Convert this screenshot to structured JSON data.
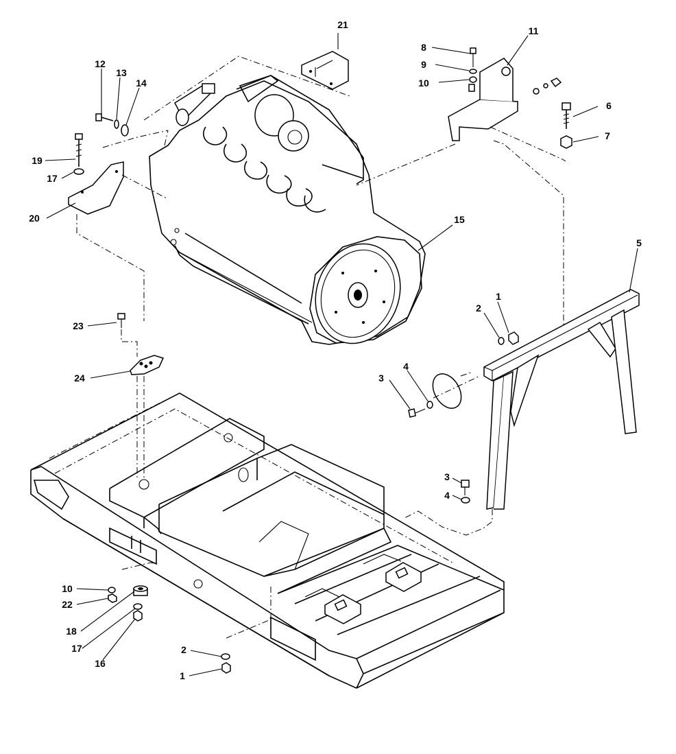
{
  "callouts": [
    {
      "id": "c21",
      "text": "21"
    },
    {
      "id": "c8",
      "text": "8"
    },
    {
      "id": "c11",
      "text": "11"
    },
    {
      "id": "c9",
      "text": "9"
    },
    {
      "id": "c10a",
      "text": "10"
    },
    {
      "id": "c12",
      "text": "12"
    },
    {
      "id": "c13",
      "text": "13"
    },
    {
      "id": "c14",
      "text": "14"
    },
    {
      "id": "c6",
      "text": "6"
    },
    {
      "id": "c7",
      "text": "7"
    },
    {
      "id": "c19",
      "text": "19"
    },
    {
      "id": "c17a",
      "text": "17"
    },
    {
      "id": "c20",
      "text": "20"
    },
    {
      "id": "c15",
      "text": "15"
    },
    {
      "id": "c5",
      "text": "5"
    },
    {
      "id": "c1a",
      "text": "1"
    },
    {
      "id": "c2a",
      "text": "2"
    },
    {
      "id": "c23",
      "text": "23"
    },
    {
      "id": "c24",
      "text": "24"
    },
    {
      "id": "c3a",
      "text": "3"
    },
    {
      "id": "c4a",
      "text": "4"
    },
    {
      "id": "c3b",
      "text": "3"
    },
    {
      "id": "c4b",
      "text": "4"
    },
    {
      "id": "c10b",
      "text": "10"
    },
    {
      "id": "c22",
      "text": "22"
    },
    {
      "id": "c18",
      "text": "18"
    },
    {
      "id": "c17b",
      "text": "17"
    },
    {
      "id": "c16",
      "text": "16"
    },
    {
      "id": "c2b",
      "text": "2"
    },
    {
      "id": "c1b",
      "text": "1"
    }
  ],
  "colors": {
    "ink": "#000000",
    "paper": "#ffffff"
  }
}
